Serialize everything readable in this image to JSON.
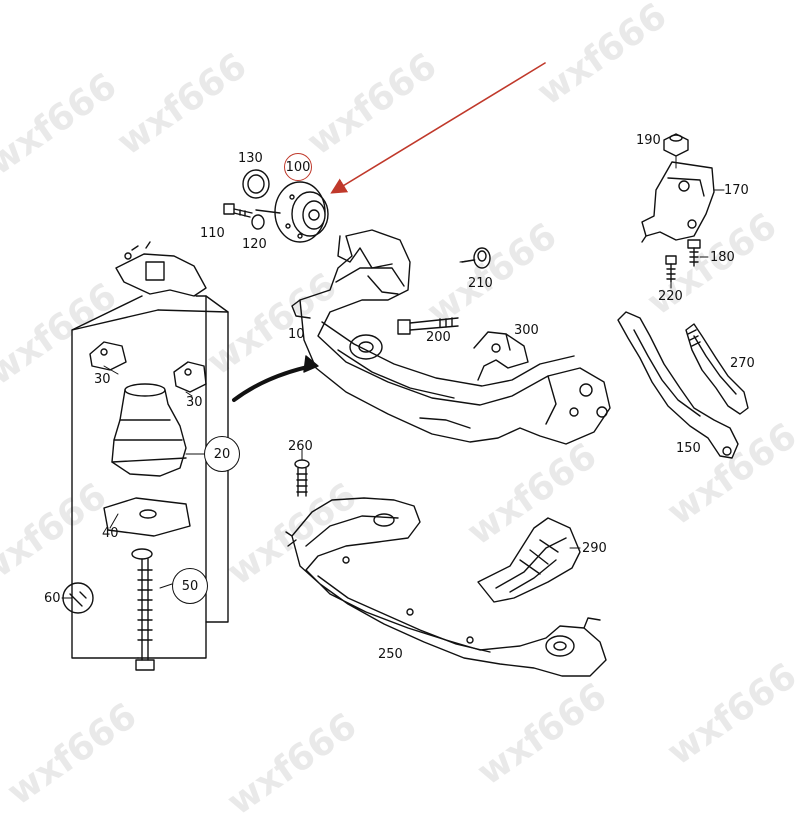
{
  "watermark": "wxf666",
  "colors": {
    "line": "#111111",
    "highlight": "#c0392b",
    "watermark": "#b4b4b4"
  },
  "labels": {
    "l130": "130",
    "l100": "100",
    "l110": "110",
    "l120": "120",
    "l190": "190",
    "l170": "170",
    "l180": "180",
    "l220": "220",
    "l210": "210",
    "l10": "10",
    "l200": "200",
    "l300": "300",
    "l270": "270",
    "l150": "150",
    "l20": "20",
    "l30a": "30",
    "l30b": "30",
    "l40": "40",
    "l60": "60",
    "l50": "50",
    "l260": "260",
    "l290": "290",
    "l250": "250"
  }
}
